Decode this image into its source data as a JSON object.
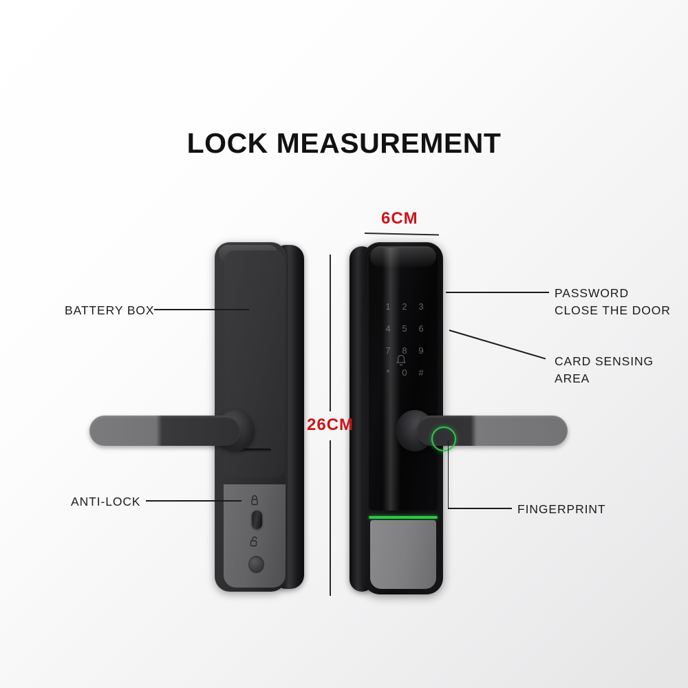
{
  "page": {
    "title": "LOCK MEASUREMENT",
    "background_from": "#ffffff",
    "background_to": "#e5e5e6"
  },
  "dimensions": {
    "width_label": "6CM",
    "height_label": "26CM",
    "accent_color": "#cc1418"
  },
  "callouts": {
    "battery_box": "BATTERY BOX",
    "anti_lock": "ANTI-LOCK",
    "password": "PASSWORD\nCLOSE THE DOOR",
    "card_sensing": "CARD SENSING\nAREA",
    "fingerprint": "FINGERPRINT"
  },
  "keypad": {
    "rows": [
      [
        "1",
        "2",
        "3"
      ],
      [
        "4",
        "5",
        "6"
      ],
      [
        "7",
        "8",
        "9"
      ],
      [
        "*",
        "0",
        "#"
      ]
    ],
    "bell_icon": "doorbell-icon"
  },
  "indicators": {
    "fingerprint_ring_color": "#2fc64a",
    "status_line_color": "#2fc64a"
  },
  "anti_lock_panel": {
    "locked_icon": "padlock-closed-icon",
    "unlocked_icon": "padlock-open-icon",
    "thumbturn": "thumbturn-knob",
    "button": "round-button"
  }
}
